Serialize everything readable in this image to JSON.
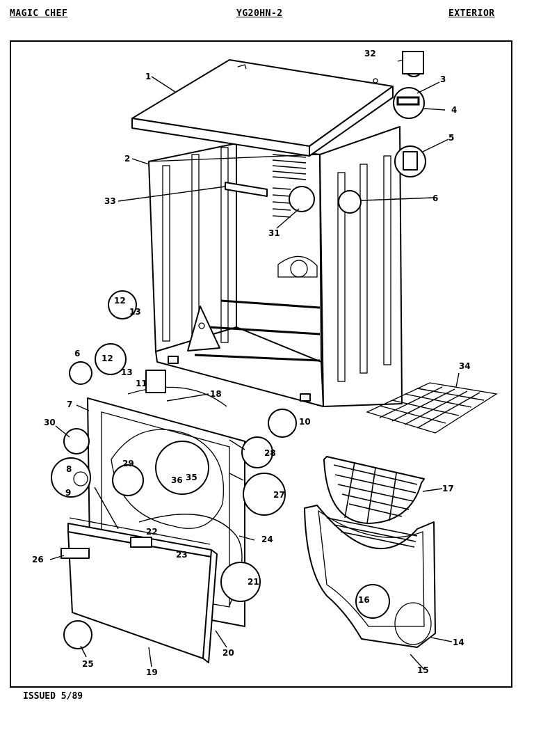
{
  "header": {
    "brand": "MAGIC CHEF",
    "model": "YG20HN-2",
    "section": "EXTERIOR"
  },
  "footer": {
    "issued": "ISSUED 5/89"
  },
  "callouts": [
    "1",
    "2",
    "3",
    "4",
    "5",
    "6",
    "6",
    "7",
    "8",
    "9",
    "10",
    "11",
    "12",
    "12",
    "13",
    "13",
    "14",
    "15",
    "16",
    "17",
    "18",
    "19",
    "20",
    "21",
    "22",
    "23",
    "24",
    "25",
    "26",
    "27",
    "28",
    "29",
    "30",
    "31",
    "32",
    "33",
    "34",
    "35",
    "36"
  ]
}
